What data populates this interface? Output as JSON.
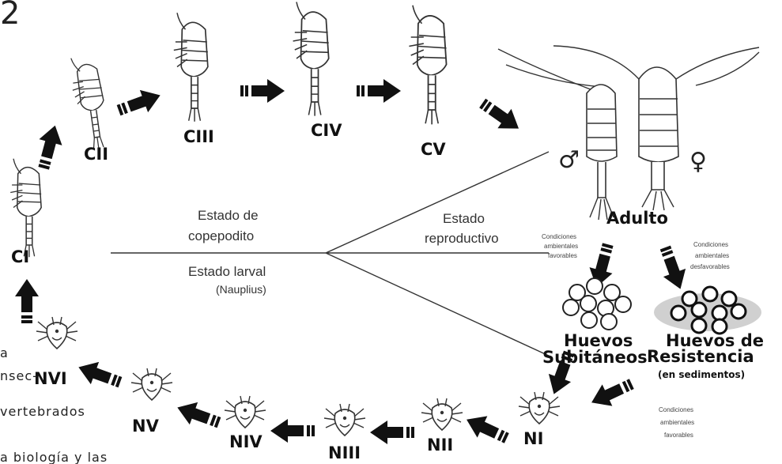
{
  "figure_number": "2",
  "stages": {
    "ci": "CI",
    "cii": "CII",
    "ciii": "CIII",
    "civ": "CIV",
    "cv": "CV",
    "nvi": "NVI",
    "nv": "NV",
    "niv": "NIV",
    "niii": "NIII",
    "nii": "NII",
    "ni": "NI"
  },
  "adult": {
    "label": "Adulto",
    "male_symbol": "♂",
    "female_symbol": "♀"
  },
  "center": {
    "copepodite_line1": "Estado de",
    "copepodite_line2": "copepodito",
    "larval_line1": "Estado  larval",
    "larval_line2": "(Nauplius)",
    "repro_line1": "Estado",
    "repro_line2": "reproductivo"
  },
  "conditions": {
    "favorable": [
      "Condiciones",
      "ambientales",
      "favorables"
    ],
    "unfavorable": [
      "Condiciones",
      "ambientales",
      "desfavorables"
    ],
    "favorable_bottom": [
      "Condiciones",
      "ambientales",
      "favorables"
    ]
  },
  "eggs": {
    "subitaneous_line1": "Huevos",
    "subitaneous_line2": "Subitáneos",
    "resistance_line1": "Huevos de",
    "resistance_line2": "Resistencia",
    "resistance_note": "(en sedimentos)"
  },
  "side_text": [
    "a",
    "nsec-",
    "vertebrados",
    "a  biología  y  las"
  ]
}
